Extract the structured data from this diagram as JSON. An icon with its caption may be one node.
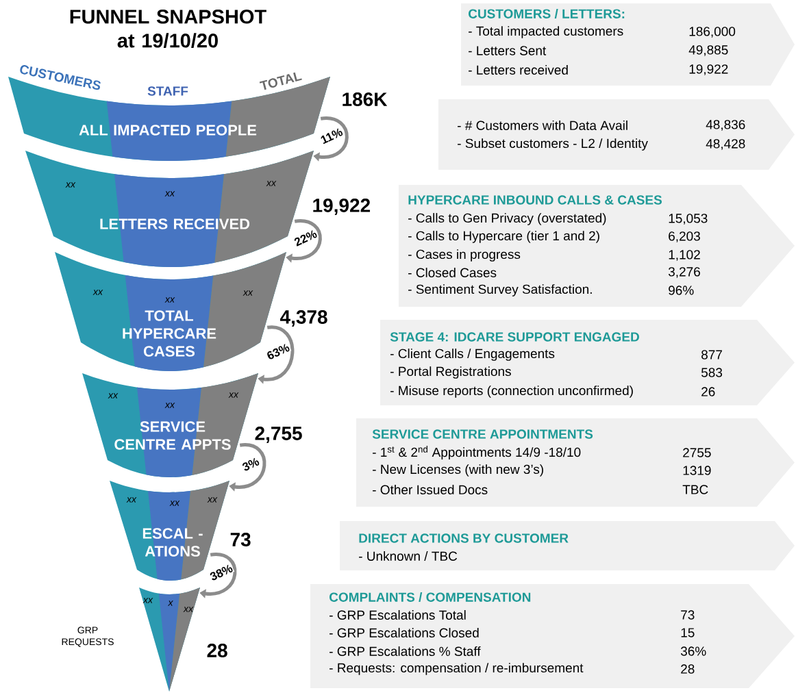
{
  "diagram": {
    "title": "FUNNEL SNAPSHOT at 19/10/20",
    "nodes": [
      {
        "text": [
          "ALL IMPACTED PEOPLE"
        ],
        "beside": [
          "186K"
        ]
      },
      {
        "text": [
          "LETTERS RECEIVED",
          "xx",
          "xx",
          "xx"
        ],
        "beside": [
          "19,922"
        ]
      },
      {
        "text": [
          "TOTAL HYPERCARE CASES",
          "xx",
          "xx",
          "xx"
        ],
        "beside": [
          "4,378"
        ]
      },
      {
        "text": [
          "SERVICE CENTRE APPTS",
          "xx",
          "xx",
          "xx"
        ],
        "beside": [
          "2,755"
        ]
      },
      {
        "text": [
          "ESCAL - ATIONS",
          "xx",
          "xx",
          "xx"
        ],
        "beside": [
          "73"
        ]
      },
      {
        "text": [
          "xx",
          "x",
          "xx"
        ],
        "beside": [
          "GRP REQUESTS",
          "28"
        ]
      },
      {
        "text": [
          "CUSTOMERS / LETTERS:",
          "- Total impacted customers",
          "186,000",
          "- Letters Sent",
          "49,885",
          "- Letters received",
          "19,922"
        ]
      },
      {
        "text": [
          "- # Customers with Data Avail",
          "48,836",
          "- Subset customers - L2 / Identity",
          "48,428"
        ]
      },
      {
        "text": [
          "HYPERCARE INBOUND CALLS & CASES",
          "- Calls to Gen Privacy (overstated)",
          "15,053",
          "- Calls to Hypercare (tier 1 and 2)",
          "6,203",
          "- Cases in progress",
          "1,102",
          "- Closed Cases",
          "3,276",
          "- Sentiment Survey Satisfaction.",
          "96%"
        ]
      },
      {
        "text": [
          "STAGE 4: IDCARE SUPPORT ENGAGED",
          "- Client Calls / Engagements",
          "877",
          "- Portal Registrations",
          "583",
          "- Misuse reports (connection unconfirmed)",
          "26"
        ]
      },
      {
        "text": [
          "SERVICE CENTRE APPOINTMENTS",
          "- 1$^{st}$ & 2$^{nd}$ Appointments 14/9 -18/10",
          "2755",
          "- New Licenses (with new 3’s)",
          "1319",
          "- Other Issued Docs",
          "TBC"
        ]
      },
      {
        "text": [
          "DIRECT ACTIONS BY CUSTOMER",
          "- Unknown / TBC"
        ]
      },
      {
        "text": [
          "COMPLAINTS / COMPENSATION",
          "- GRP Escalations Total",
          "73",
          "- GRP Escalations Closed",
          "15",
          "- GRP Escalations % Staff",
          "36%",
          "- Requests: compensation / re-imbursement",
          "28"
        ]
      }
    ],
    "edges": [
      {
        "from": 0,
        "to": 1,
        "arrow": "to",
        "label": "11%"
      },
      {
        "from": 1,
        "to": 2,
        "arrow": "to",
        "label": "22%"
      },
      {
        "from": 2,
        "to": 3,
        "arrow": "to",
        "label": "63%"
      },
      {
        "from": 3,
        "to": 4,
        "arrow": "to",
        "label": "3%"
      },
      {
        "from": 4,
        "to": 5,
        "arrow": "to",
        "label": "38%"
      }
    ],
    "labels": [
      "CUSTOMERS",
      "STAFF",
      "TOTAL"
    ]
  }
}
